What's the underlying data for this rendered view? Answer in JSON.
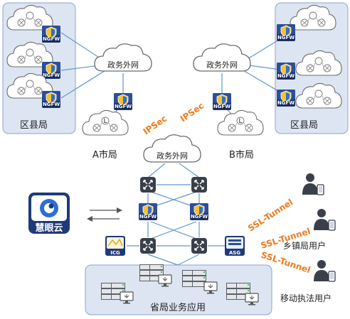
{
  "labels": {
    "left_district": "区县局",
    "right_district": "区县局",
    "gov_net_left": "政务外网",
    "gov_net_right": "政务外网",
    "gov_net_center": "政务外网",
    "city_a": "A市局",
    "city_b": "B市局",
    "ipsec_left": "IPSec",
    "ipsec_right": "IPSec",
    "huiyanyun": "慧眼云",
    "province_apps": "省局业务应用",
    "town_users": "乡镇局用户",
    "mobile_users": "移动执法用户",
    "ssl_tunnel_1": "SSL-Tunnel",
    "ssl_tunnel_2": "SSL-Tunnel",
    "ssl_tunnel_3": "SSL-Tunnel"
  },
  "device_tags": {
    "ngfw": "NGFW",
    "icg": "ICG",
    "asg": "ASG",
    "router": "L"
  },
  "colors": {
    "panel_fill": "#dde5f3",
    "panel_stroke": "#8ea4cc",
    "link_blue": "#5f97cc",
    "tunnel_orange": "#f07a1e",
    "device_navy": "#1f3a78",
    "switch_dark": "#3a3f4a"
  }
}
